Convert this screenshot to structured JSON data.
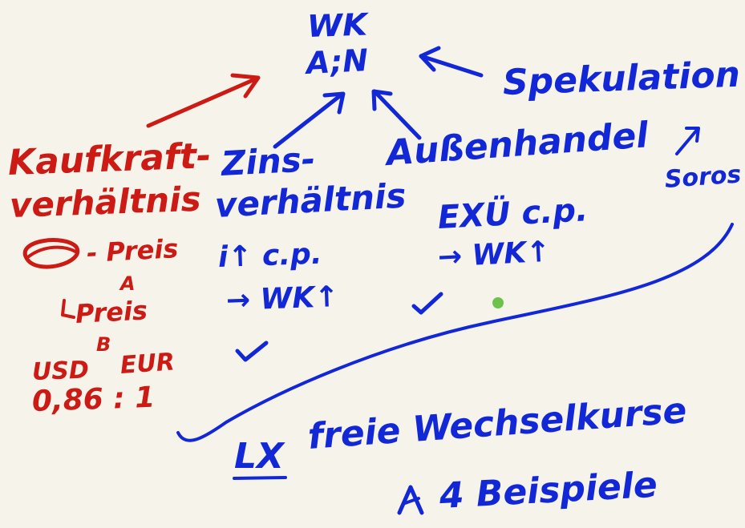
{
  "note": {
    "top": {
      "wk": "WK",
      "ain": "A;N",
      "spekulation": "Spekulation",
      "soros": "Soros"
    },
    "left_column": {
      "kaufkraft": "Kaufkraft-",
      "verhaeltnis": "verhältnis",
      "preis_a": "- Preis",
      "preis_a_sub": "A",
      "preis_b": "Preis",
      "preis_b_sub": "B",
      "usd": "USD",
      "eur": "EUR",
      "ratio": "0,86 : 1"
    },
    "middle_column": {
      "zins": "Zins-",
      "verhaeltnis": "verhältnis",
      "it_cp": "i↑ c.p.",
      "wk_up": "→ WK↑"
    },
    "right_column": {
      "aussenhandel": "Außenhandel",
      "exue_cp": "EXÜ c.p.",
      "wk_up": "→ WK↑"
    },
    "bottom": {
      "lx": "LX",
      "freie_wechselkurse": "freie Wechselkurse",
      "beispiele": "4 Beispiele"
    }
  },
  "colors": {
    "background": "#f6f3ea",
    "blue_ink": "#1227d6",
    "red_ink": "#cc1a14",
    "green_dot": "#6cc24a"
  }
}
